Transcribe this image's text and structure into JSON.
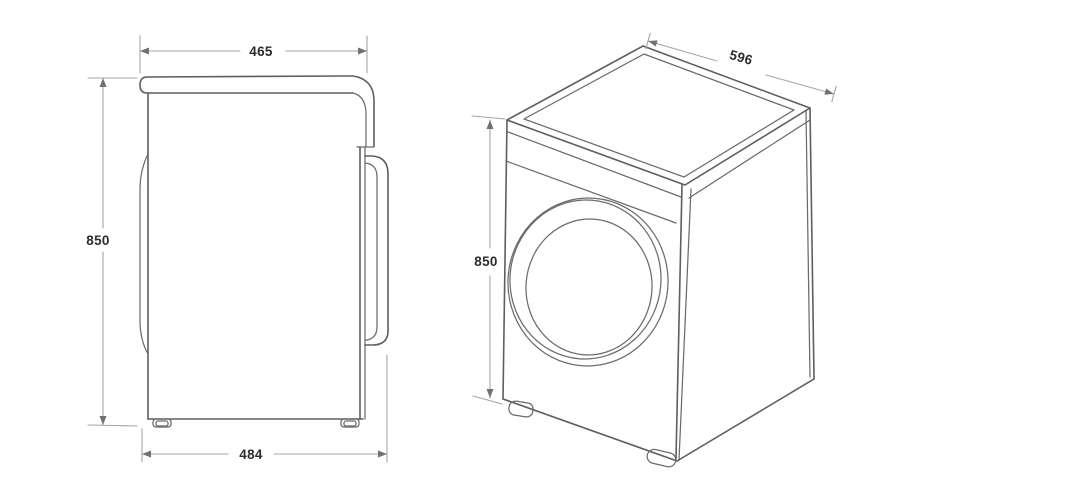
{
  "diagram": {
    "description": "Technical dimension drawing of a front-loading washing machine: left side profile view and right 3D perspective view",
    "side_view": {
      "dims": {
        "top_width": "465",
        "height": "850",
        "bottom_depth": "484"
      }
    },
    "perspective_view": {
      "dims": {
        "height": "850",
        "depth": "596"
      }
    },
    "colors": {
      "background": "#ffffff",
      "outline": "#5d5e61",
      "dimension_line": "#a3a5a8",
      "label_text": "#2b2c2e"
    }
  }
}
